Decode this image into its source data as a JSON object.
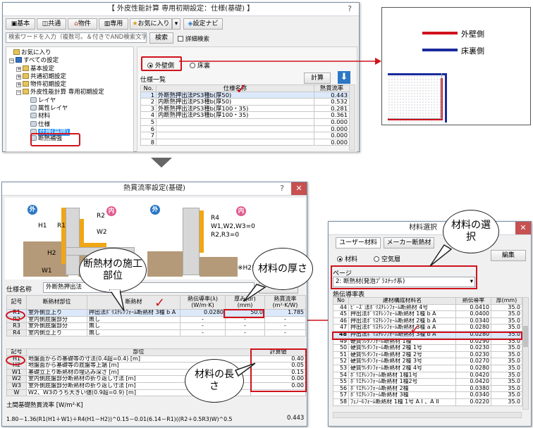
{
  "win1": {
    "title": "【 外皮性能計算 専用初期設定：仕様(基礎) 】",
    "help": "?",
    "toolbar": [
      "基本",
      "共通",
      "物件",
      "専用",
      "お気に入り",
      "設定ナビ"
    ],
    "search_placeholder": "検索ワードを入力（複数可。＆付きでAND検索文字）",
    "search_btn": "検索",
    "detail_search": "詳細検索",
    "tree": [
      "お気に入り",
      "すべての設定",
      "基本設定",
      "共通初期設定",
      "物件初期設定",
      "外皮性能計算 専用初期設定",
      "レイヤ",
      "属性レイヤ",
      "材料",
      "仕様",
      "仕様(基礎)",
      "断熱補強"
    ],
    "radio_outer": "外壁側",
    "radio_floor": "床裏",
    "list_label": "仕様一覧",
    "calc_btn": "計算",
    "cols": [
      "No.",
      "仕様名称",
      "熱貫流率"
    ],
    "rows": [
      [
        "1",
        "外断熱押出法PS3種b(厚50)",
        "0.443"
      ],
      [
        "2",
        "内断熱押出法PS3種b(厚50)",
        "0.532"
      ],
      [
        "3",
        "外断熱押出法PS3種b(厚100・35)",
        "0.281"
      ],
      [
        "4",
        "内断熱押出法PS3種b(厚100・35)",
        "0.361"
      ],
      [
        "5",
        "",
        "0.000"
      ],
      [
        "6",
        "",
        "0.000"
      ],
      [
        "7",
        "",
        "0.000"
      ],
      [
        "8",
        "",
        "0.000"
      ]
    ]
  },
  "legend": {
    "outer": "外壁側",
    "floor": "床裏側",
    "outer_color": "#d0121b",
    "floor_color": "#1a2a9c"
  },
  "win2": {
    "title": "熱貫流率設定(基礎)",
    "help": "?",
    "outer": "外",
    "inner": "内",
    "diag1": [
      "H1",
      "R1",
      "R2",
      "W2",
      "H2",
      "W1",
      "W3"
    ],
    "diag2": [
      "R4",
      "W1,W2,W3=0",
      "R2,R3=0"
    ],
    "note": "※H2はマ",
    "spec_label": "仕様名称",
    "spec_value": "外断熱押出法",
    "list_btn": "一覧",
    "cols": [
      "記号",
      "断熱材部位",
      "断熱材",
      "熱伝導率(λ)\n(W/m·K)",
      "厚み(dr)\n(mm)",
      "熱貫流率\n(m²·K/W)"
    ],
    "rows": [
      [
        "R1",
        "室外側立上り",
        "押出法ﾎﾟﾘｽﾁﾚﾝﾌｫｰﾑ断熱材 3種 b A",
        "0.0280",
        "50.0",
        "1.785"
      ],
      [
        "R2",
        "室内側底盤部分",
        "無し",
        "-",
        "-",
        "-"
      ],
      [
        "R3",
        "室外側底盤部分",
        "無し",
        "-",
        "-",
        "-"
      ],
      [
        "R4",
        "室内側立上り",
        "無し",
        "-",
        "-",
        "-"
      ]
    ],
    "cols2": [
      "記号",
      "部位",
      "計算値"
    ],
    "rows2": [
      [
        "H1",
        "地盤面からの基礎等の寸法(0.4超=0.4) [m]",
        "0.40"
      ],
      [
        "H2",
        "地盤面から基礎等の底盤等上端 [m]",
        "0.05"
      ],
      [
        "W1",
        "基礎立上り断熱材の埋込み深さ [m]",
        "0.15"
      ],
      [
        "W2",
        "室内側底盤部分断熱材の折り返し寸法 [m]",
        "0.00"
      ],
      [
        "W3",
        "室外側底盤部分断熱材の折り返し寸法 [m]",
        "0.00"
      ],
      [
        "W",
        "W2、W3のうち大きい値(0.9超=0.9) [m]",
        ""
      ]
    ],
    "soil_label": "土間基礎熱貫流率 [W/m²·K]",
    "formula": "1.80－1.36(R1(H1＋W1)＋R4(H1－H2))^0.15－0.01(6.14－R1)((R2＋0.5R3)W)^0.5",
    "result": "0.443"
  },
  "win3": {
    "title": "材料選択",
    "tabs": [
      "ユーザー材料",
      "メーカー断熱材"
    ],
    "edit_btn": "編集",
    "radio_material": "材料",
    "radio_air": "空気層",
    "page_label": "ページ",
    "page_value": "2: 断熱材(発泡ﾌﾟﾗｽﾁｯｸ系)",
    "table_label": "熱伝導率表",
    "cols": [
      "No",
      "建材構成材料名",
      "熱伝導率",
      "厚(mm)"
    ],
    "rows": [
      [
        "44",
        "ﾋﾞｰｽﾞ法ﾎﾟﾘｽﾁﾚﾝﾌｫｰﾑ断熱材 4号",
        "0.0410",
        "35.0"
      ],
      [
        "45",
        "押出法ﾎﾟﾘｽﾁﾚﾝﾌｫｰﾑ断熱材 1種 b A",
        "0.0400",
        "35.0"
      ],
      [
        "46",
        "押出法ﾎﾟﾘｽﾁﾚﾝﾌｫｰﾑ断熱材 2種 b A",
        "0.0340",
        "35.0"
      ],
      [
        "47",
        "押出法ﾎﾟﾘｽﾁﾚﾝﾌｫｰﾑ断熱材 3種 a A",
        "0.0280",
        "35.0"
      ],
      [
        "48",
        "押出法ﾎﾟﾘｽﾁﾚﾝﾌｫｰﾑ断熱材 3種 b A",
        "0.0280",
        "35.0"
      ],
      [
        "49",
        "硬質ｳﾚﾀﾝﾌｫｰﾑ断熱材 1種",
        "0.0290",
        "35.0"
      ],
      [
        "50",
        "硬質ｳﾚﾀﾝﾌｫｰﾑ断熱材 2種 1号",
        "0.0230",
        "35.0"
      ],
      [
        "51",
        "硬質ｳﾚﾀﾝﾌｫｰﾑ断熱材 2種 2号",
        "0.0230",
        "35.0"
      ],
      [
        "52",
        "硬質ｳﾚﾀﾝﾌｫｰﾑ断熱材 2種 3号",
        "0.0270",
        "35.0"
      ],
      [
        "53",
        "硬質ｳﾚﾀﾝﾌｫｰﾑ断熱材 2種 4号",
        "0.0280",
        "35.0"
      ],
      [
        "54",
        "ﾎﾟﾘｴﾁﾚﾝﾌｫｰﾑ断熱材 1種1号",
        "0.0420",
        "35.0"
      ],
      [
        "55",
        "ﾎﾟﾘｴﾁﾚﾝﾌｫｰﾑ断熱材 1種2号",
        "0.0420",
        "35.0"
      ],
      [
        "56",
        "ﾎﾟﾘｴﾁﾚﾝﾌｫｰﾑ断熱材 2種",
        "0.0380",
        "35.0"
      ],
      [
        "57",
        "ﾎﾟﾘｴﾁﾚﾝﾌｫｰﾑ断熱材 3種",
        "0.0340",
        "35.0"
      ],
      [
        "58",
        "ﾌｪﾉｰﾙﾌｫｰﾑ断熱材 1種 1号 A I 、A II",
        "0.0220",
        "35.0"
      ]
    ]
  },
  "callouts": {
    "part": "断熱材の施工部位",
    "thick": "材料の厚さ",
    "select": "材料の選択",
    "length": "材料の長さ"
  }
}
